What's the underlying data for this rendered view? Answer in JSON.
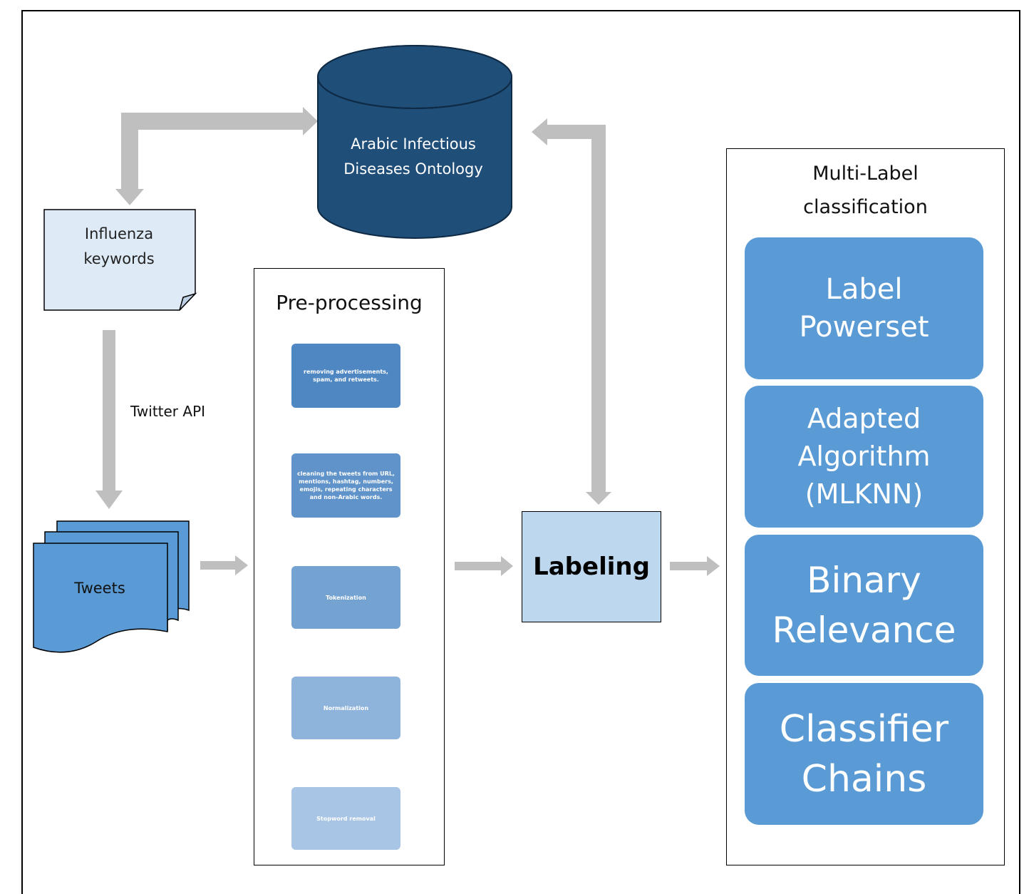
{
  "ontology": {
    "label": "Arabic Infectious\nDiseases Ontology"
  },
  "keywords": {
    "label": "Influenza\nkeywords"
  },
  "twitter_api": {
    "label": "Twitter API"
  },
  "tweets": {
    "label": "Tweets"
  },
  "preprocessing": {
    "title": "Pre-processing",
    "steps": [
      "removing advertisements, spam, and retweets.",
      "cleaning the tweets from URL, mentions, hashtag, numbers, emojis, repeating characters and non-Arabic words.",
      "Tokenization",
      "Normalization",
      "Stopword removal"
    ]
  },
  "labeling": {
    "label": "Labeling"
  },
  "classification": {
    "title": "Multi-Label\nclassification",
    "methods": [
      "Label\nPowerset",
      "Adapted\nAlgorithm\n(MLKNN)",
      "Binary\nRelevance",
      "Classifier\nChains"
    ]
  },
  "colors": {
    "ontology_fill": "#1f4e79",
    "keywords_fill": "#deebf7",
    "tweets_fill": "#5b9bd5",
    "labeling_fill": "#bdd7ee",
    "method_fill": "#5b9bd5",
    "arrow_gray": "#bfbfbf",
    "step_colors": [
      "#4f87c2",
      "#5f93c9",
      "#74a2d1",
      "#8fb4dc",
      "#a8c5e6"
    ],
    "step_arrow_colors": [
      "#4f87c2",
      "#5f93c9",
      "#74a2d1",
      "#8fb4dc"
    ]
  }
}
